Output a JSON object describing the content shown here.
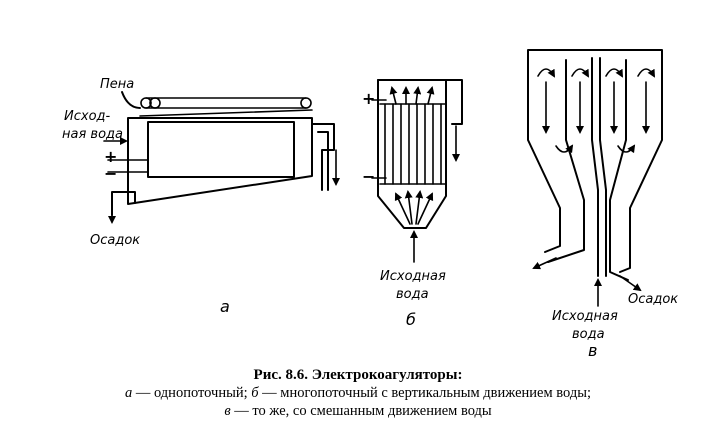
{
  "diagram": {
    "a": {
      "label_foam": "Пена",
      "label_inlet_1": "Исход-",
      "label_inlet_2": "ная вода",
      "label_plus": "+",
      "label_minus": "−",
      "label_sludge": "Осадок",
      "letter": "а"
    },
    "b": {
      "label_plus": "+",
      "label_minus": "−",
      "label_inlet_1": "Исходная",
      "label_inlet_2": "вода",
      "letter": "б"
    },
    "c": {
      "label_inlet_1": "Исходная",
      "label_inlet_2": "вода",
      "label_sludge": "Осадок",
      "letter": "в"
    }
  },
  "caption": {
    "title": "Рис. 8.6. Электрокоагуляторы:",
    "a_letter": "а",
    "a_text": " — однопоточный; ",
    "b_letter": "б",
    "b_text": " — многопоточный с вертикальным движением воды;",
    "c_letter": "в",
    "c_text": " — то же, со смешанным движением воды"
  }
}
